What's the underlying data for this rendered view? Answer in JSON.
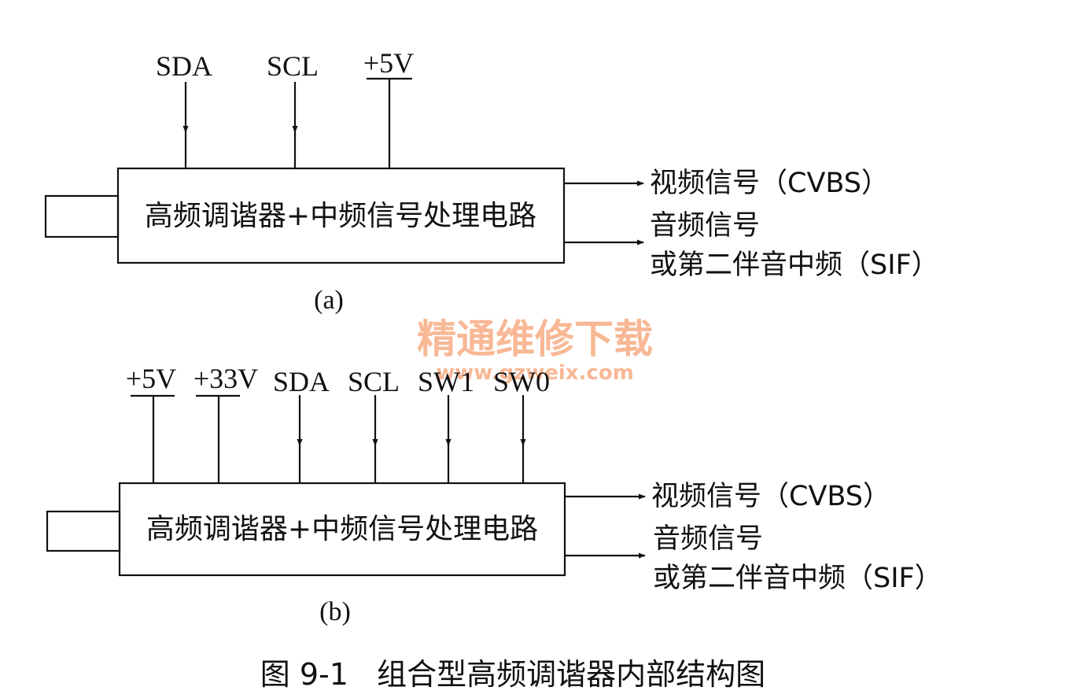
{
  "panel_a": {
    "inputs": {
      "sda": "SDA",
      "scl": "SCL",
      "v5": "+5V"
    },
    "block_label": "高频调谐器+中频信号处理电路",
    "outputs": {
      "video": "视频信号（CVBS）",
      "audio_line1": "音频信号",
      "audio_line2": "或第二伴音中频（SIF）"
    },
    "caption": "(a)"
  },
  "panel_b": {
    "inputs": {
      "v5": "+5V",
      "v33": "+33V",
      "sda": "SDA",
      "scl": "SCL",
      "sw1": "SW1",
      "sw0": "SW0"
    },
    "block_label": "高频调谐器+中频信号处理电路",
    "outputs": {
      "video": "视频信号（CVBS）",
      "audio_line1": "音频信号",
      "audio_line2": "或第二伴音中频（SIF）"
    },
    "caption": "(b)"
  },
  "watermark": {
    "cn_text": "精通维修下载",
    "url_text": "www.gzweix.com",
    "color": "#f7b08a"
  },
  "figure_caption": "图 9-1   组合型高频调谐器内部结构图"
}
